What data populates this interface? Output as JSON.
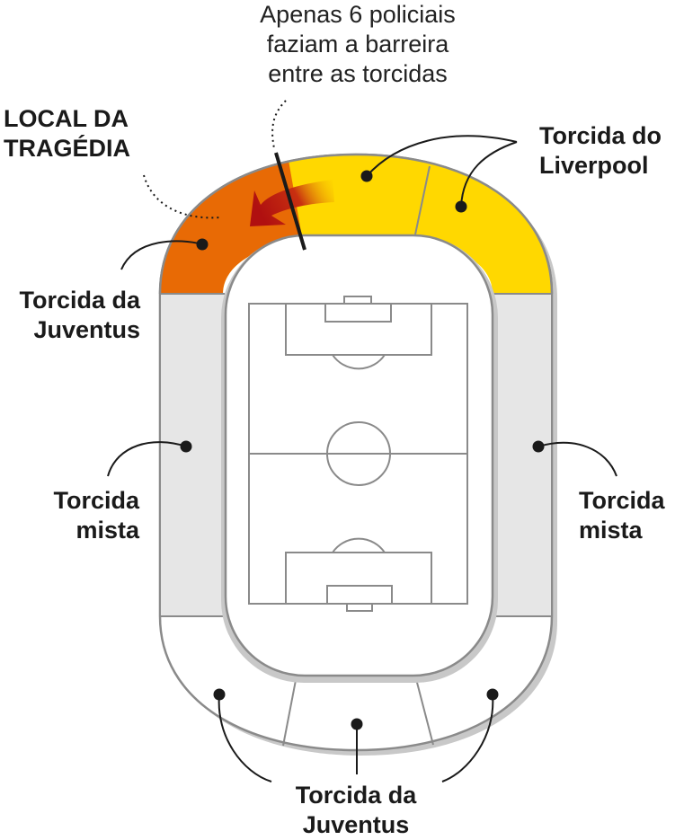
{
  "annotation": {
    "lines": [
      "Apenas 6 policiais",
      "faziam a barreira",
      "entre as torcidas"
    ]
  },
  "tragedy_label": {
    "lines": [
      "LOCAL DA",
      "TRAGÉDIA"
    ]
  },
  "labels": {
    "liverpool": [
      "Torcida do",
      "Liverpool"
    ],
    "juventus_top": [
      "Torcida da",
      "Juventus"
    ],
    "mixed_left": [
      "Torcida",
      "mista"
    ],
    "mixed_right": [
      "Torcida",
      "mista"
    ],
    "juventus_bottom": [
      "Torcida da",
      "Juventus"
    ]
  },
  "colors": {
    "juventus_sector": "#E86A05",
    "liverpool_sector": "#FFD800",
    "mixed": "#E6E6E6",
    "arrow": "#B01010",
    "line": "#8a8a8a"
  }
}
